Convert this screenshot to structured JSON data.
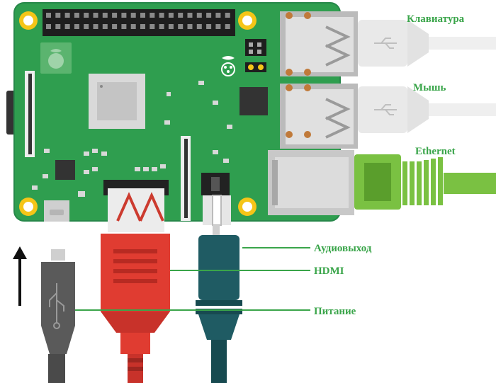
{
  "labels": {
    "keyboard": "Клавиатура",
    "mouse": "Мышь",
    "ethernet": "Ethernet",
    "audio": "Аудиовыход",
    "hdmi": "HDMI",
    "power": "Питание"
  },
  "colors": {
    "board": "#2f9e4f",
    "board_dark": "#27884a",
    "label_green": "#3aa54a",
    "hole_gold": "#f5c518",
    "usb_metal": "#d6d6d6",
    "usb_plug": "#e9e9e9",
    "ethernet_plug": "#7ac142",
    "hdmi_red": "#e03c31",
    "audio_teal": "#1f5b63",
    "power_grey": "#5a5a5a"
  },
  "icons": {
    "raspberry_logo": "raspberry-logo-icon",
    "usb_symbol": "usb-symbol-icon",
    "up_arrow": "up-arrow-icon"
  }
}
